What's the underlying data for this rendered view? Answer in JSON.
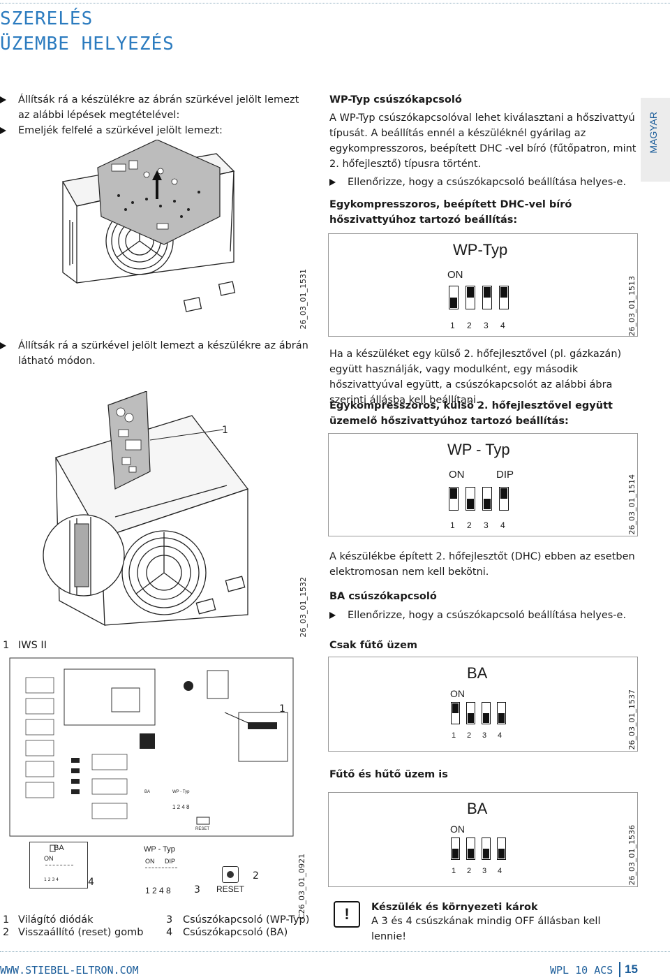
{
  "header": {
    "line1": "SZERELÉS",
    "line2": "ÜZEMBE HELYEZÉS"
  },
  "side_tab": "MAGYAR",
  "left": {
    "step1": "Állítsák rá a készülékre az ábrán szürkével jelölt lemezt az alábbi lépések megtételével:",
    "step2": "Emeljék felfelé a szürkével jelölt lemezt:",
    "fig1_id": "26_03_01_1531",
    "step3": "Állítsák rá a szürkével jelölt lemezt a készülékre az ábrán látható módon.",
    "fig2_callout": "1",
    "fig2_id": "26_03_01_1532",
    "fig2_legend_num": "1",
    "fig2_legend_text": "IWS II",
    "board_callout1": "1",
    "board_ba": "BA",
    "board_on": "ON",
    "board_wp": "WP - Typ",
    "board_on2": "ON",
    "board_dip": "DIP",
    "board_nums": "1 2 4 8",
    "board_reset": "RESET",
    "board_c2": "2",
    "board_c3": "3",
    "board_c4": "4",
    "board_id": "C26_03_01_0921",
    "legend": [
      {
        "num": "1",
        "text": "Világító diódák"
      },
      {
        "num": "2",
        "text": "Visszaállító (reset) gomb"
      },
      {
        "num": "3",
        "text": "Csúszókapcsoló (WP-Typ)"
      },
      {
        "num": "4",
        "text": "Csúszókapcsoló (BA)"
      }
    ]
  },
  "right": {
    "wp_heading": "WP-Typ csúszókapcsoló",
    "wp_para": "A WP-Typ csúszókapcsolóval lehet kiválasztani a hőszivattyú típusát. A beállítás ennél a készüléknél gyárilag az egykompresszoros, beépített DHC -vel bíró (fűtőpatron, mint 2. hőfejlesztő) típusra történt.",
    "wp_check": "Ellenőrizze, hogy a csúszókapcsoló beállítása helyes-e.",
    "setting1_title": "Egykompresszoros, beépített DHC-vel bíró hőszivattyúhoz tartozó beállítás:",
    "diag1": {
      "title": "WP-Typ",
      "on": "ON",
      "dip": "",
      "nums": [
        "1",
        "2",
        "3",
        "4"
      ],
      "id": "26_03_01_1513",
      "switches": [
        0,
        1,
        1,
        1
      ]
    },
    "ext_para": "Ha a készüléket egy külső 2. hőfejlesztővel (pl. gázkazán) együtt használják, vagy modulként, egy második hőszivattyúval együtt, a csúszókapcsolót az alábbi ábra szerinti állásba kell beállítani.",
    "setting2_title": "Egykompresszoros, külső 2. hőfejlesztővel együtt üzemelő hőszivattyúhoz tartozó beállítás:",
    "diag2": {
      "title": "WP - Typ",
      "on": "ON",
      "dip": "DIP",
      "nums": [
        "1",
        "2",
        "3",
        "4"
      ],
      "id": "26_03_01_1514",
      "switches": [
        1,
        0,
        0,
        1
      ]
    },
    "dhc_para": "A készülékbe épített 2. hőfejlesztőt (DHC) ebben az esetben elektromosan nem kell bekötni.",
    "ba_heading": "BA csúszókapcsoló",
    "ba_check": "Ellenőrizze, hogy a csúszókapcsoló beállítása helyes-e.",
    "heat_only": "Csak fűtő üzem",
    "diag3": {
      "title": "BA",
      "on": "ON",
      "nums": [
        "1",
        "2",
        "3",
        "4"
      ],
      "id": "26_03_01_1537",
      "switches": [
        1,
        0,
        0,
        0
      ]
    },
    "heat_cool": "Fűtő és hűtő üzem is",
    "diag4": {
      "title": "BA",
      "on": "ON",
      "nums": [
        "1",
        "2",
        "3",
        "4"
      ],
      "id": "26_03_01_1536",
      "switches": [
        0,
        0,
        0,
        0
      ]
    },
    "warn_icon": "!",
    "warn_title": "Készülék és környezeti károk",
    "warn_text": "A 3 és 4 csúszkának mindig OFF állásban kell lennie!"
  },
  "footer": {
    "url": "WWW.STIEBEL-ELTRON.COM",
    "model": "WPL 10 ACS",
    "page": "15"
  }
}
